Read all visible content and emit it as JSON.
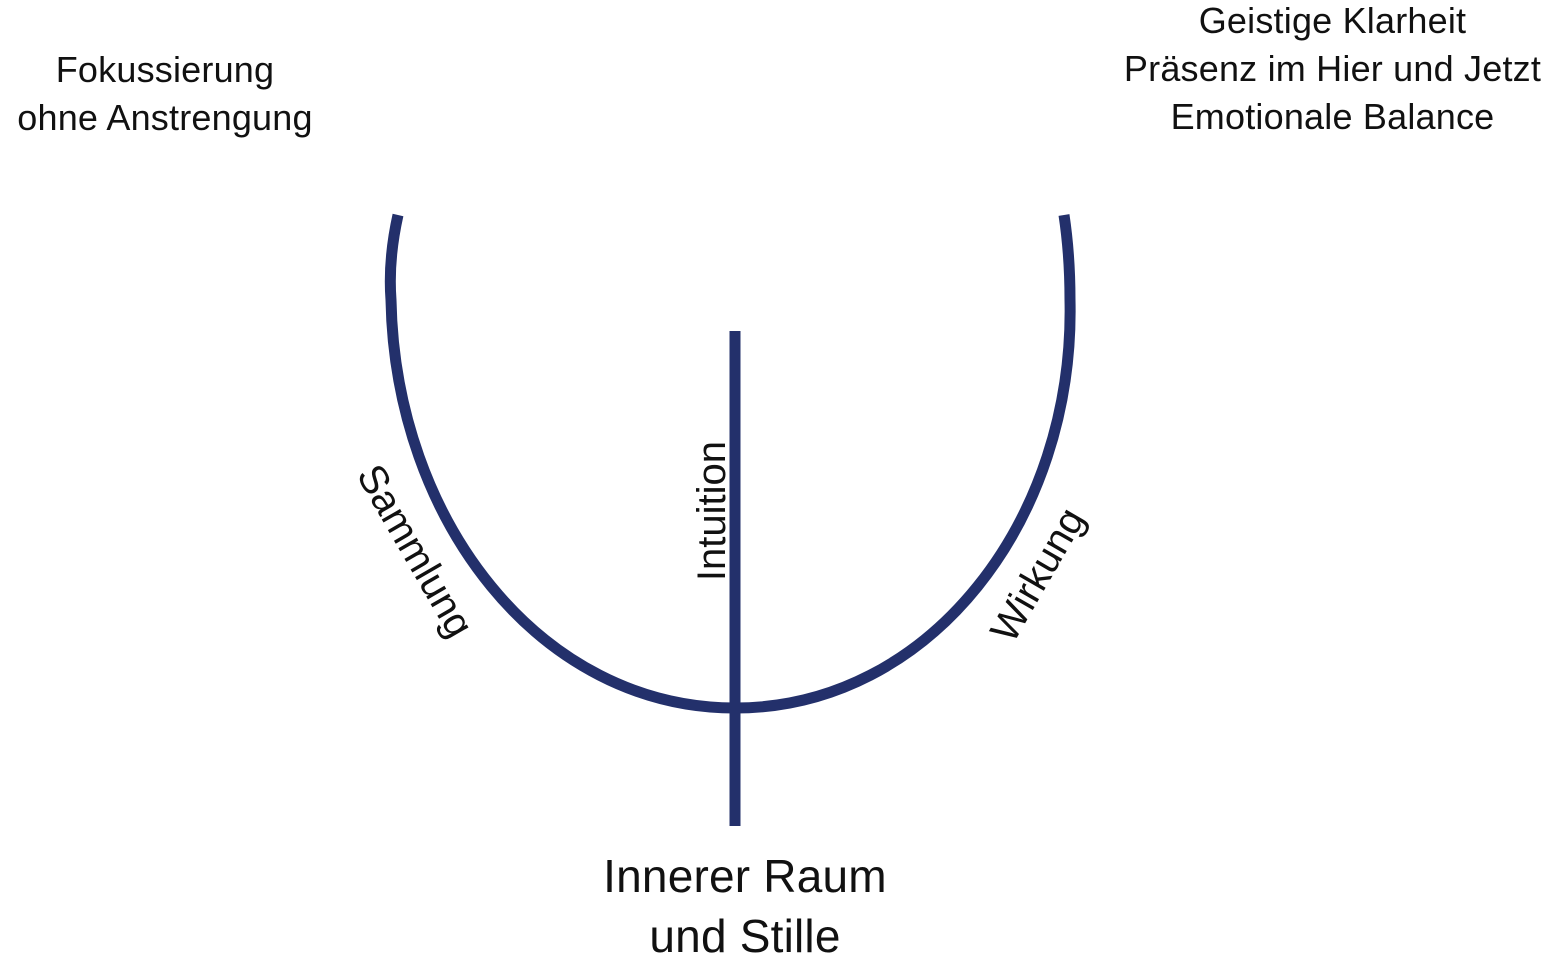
{
  "labels": {
    "top_left": [
      "Fokussierung",
      "ohne Anstrengung"
    ],
    "top_right": [
      "Geistige Klarheit",
      "Präsenz im Hier und Jetzt",
      "Emotionale Balance"
    ],
    "bottom": [
      "Innerer Raum",
      "und Stille"
    ],
    "left_arc": "Sammlung",
    "right_arc": "Wirkung",
    "center_line": "Intuition"
  },
  "colors": {
    "stroke": "#23306b",
    "text": "#111111"
  }
}
